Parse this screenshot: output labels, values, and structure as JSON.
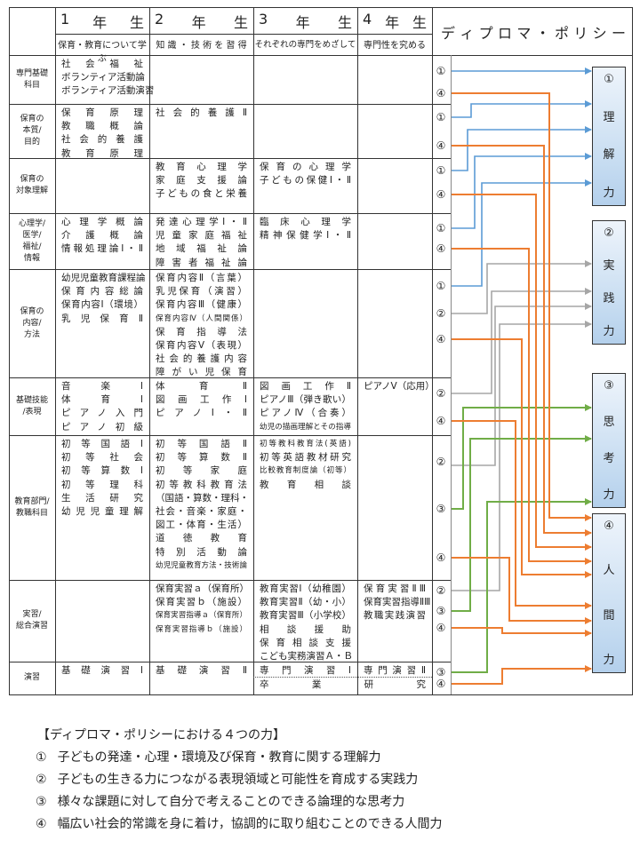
{
  "header": {
    "years": [
      {
        "num": "1",
        "nen": "年",
        "sei": "生",
        "subtitle": "保育・教育について学ぶ"
      },
      {
        "num": "2",
        "nen": "年",
        "sei": "生",
        "subtitle": "知 識 ・ 技 術 を 習 得"
      },
      {
        "num": "3",
        "nen": "年",
        "sei": "生",
        "subtitle": "それぞれの専門をめざして"
      },
      {
        "num": "4",
        "nen": "年",
        "sei": "生",
        "subtitle": "専門性を究める"
      }
    ],
    "diploma_policy_chars": [
      "デ",
      "ィ",
      "プ",
      "ロ",
      "マ",
      "・",
      "ポ",
      "リ",
      "シ",
      "ー"
    ]
  },
  "rows": [
    {
      "label": [
        "専門基礎",
        "科目"
      ],
      "y1": [
        "社会福祉",
        "ボランティア活動論",
        "ボランティア活動演習"
      ],
      "y2": [],
      "y3": [],
      "y4": [],
      "marks": [
        "①",
        "④"
      ]
    },
    {
      "label": [
        "保育の",
        "本質/",
        "目的"
      ],
      "y1": [
        "保育原理",
        "教職概論",
        "社会的養護",
        "教育原理"
      ],
      "y2": [
        "社会的養護Ⅱ"
      ],
      "y3": [],
      "y4": [],
      "marks": [
        "①",
        "④"
      ]
    },
    {
      "label": [
        "保育の",
        "対象理解"
      ],
      "y1": [],
      "y2": [
        "教育心理学",
        "家庭支援論",
        "子どもの食と栄養"
      ],
      "y3": [
        "保育の心理学",
        "子どもの保健Ⅰ・Ⅱ"
      ],
      "y4": [],
      "marks": [
        "①",
        "④"
      ]
    },
    {
      "label": [
        "心理学/",
        "医学/",
        "福祉/",
        "情報"
      ],
      "y1": [
        "心理学概論",
        "介護概論",
        "情報処理論Ⅰ・Ⅱ"
      ],
      "y2": [
        "発達心理学Ⅰ・Ⅱ",
        "児童家庭福祉",
        "地域福祉論",
        "障害者福祉論"
      ],
      "y3": [
        "臨床心理学",
        "精神保健学Ⅰ・Ⅱ"
      ],
      "y4": [],
      "marks": [
        "①",
        "④"
      ]
    },
    {
      "label": [
        "保育の",
        "内容/",
        "方法"
      ],
      "y1": [
        "幼児児童教育課程論",
        "保育内容総論",
        "保育内容Ⅰ（環境）",
        "乳児保育Ⅱ"
      ],
      "y2": [
        "保育内容Ⅱ（言葉）",
        "乳児保育（演習）",
        "保育内容Ⅲ（健康）",
        "保育内容Ⅳ（人間関係）",
        "保育指導法",
        "保育内容Ⅴ（表現）",
        "社会的養護内容",
        "障がい児保育"
      ],
      "y3": [],
      "y4": [],
      "marks": [
        "①",
        "②",
        "④"
      ]
    },
    {
      "label": [
        "基礎技能",
        "/表現"
      ],
      "y1": [
        "音楽Ⅰ",
        "体育Ⅰ",
        "ピアノ入門",
        "ピアノ初級"
      ],
      "y2": [
        "体育Ⅱ",
        "図画工作Ⅰ",
        "ピアノⅠ・Ⅱ"
      ],
      "y3": [
        "図画工作Ⅱ",
        "ピアノⅢ（弾き歌い）",
        "ピアノⅣ（合奏）",
        "幼児の描画理解とその指導"
      ],
      "y4": [
        "ピアノⅤ（応用）"
      ],
      "marks": [
        "②",
        "④"
      ]
    },
    {
      "label": [
        "教育部門/",
        "教職科目"
      ],
      "y1": [
        "初等国語Ⅰ",
        "初等社会",
        "初等算数Ⅰ",
        "初等理科",
        "生活研究",
        "幼児児童理解"
      ],
      "y2": [
        "初等国語Ⅱ",
        "初等算数Ⅱ",
        "初等家庭",
        "初等教科教育法",
        "（国語・算数・理科・",
        "社会・音楽・家庭・",
        "図工・体育・生活）",
        "道徳教育",
        "特別活動論",
        "幼児児童教育方法・技術論"
      ],
      "y3": [
        "初等教科教育法(英語)",
        "初等英語教材研究",
        "比較教育制度論（初等）",
        "教育相談"
      ],
      "y4": [],
      "marks": [
        "②",
        "③",
        "④"
      ]
    },
    {
      "label": [
        "実習/",
        "総合演習"
      ],
      "y1": [],
      "y2": [
        "保育実習ａ（保育所）",
        "保育実習ｂ（施設）",
        "保育実習指導ａ（保育所）",
        "保育実習指導ｂ（施設）"
      ],
      "y3": [
        "教育実習Ⅰ（幼稚園）",
        "教育実習Ⅱ（幼・小）",
        "教育実習Ⅲ（小学校）",
        "相談援助",
        "保育相談支援",
        "こども実務演習Ａ・Ｂ"
      ],
      "y4": [
        "保育実習ⅡⅢ",
        "保育実習指導ⅡⅢ",
        "教職実践演習"
      ],
      "marks": [
        "②",
        "③",
        "④"
      ]
    },
    {
      "label": [
        "演習"
      ],
      "y1": [
        "基礎演習Ⅰ"
      ],
      "y2": [
        "基礎演習Ⅱ"
      ],
      "y3": [
        "専門演習Ⅰ"
      ],
      "y4": [
        "専門演習Ⅱ"
      ],
      "y34_shared": "卒業研究",
      "marks": [
        "③",
        "④"
      ]
    }
  ],
  "policy_boxes": [
    {
      "num": "①",
      "chars": [
        "理",
        "解",
        "力"
      ],
      "color": "#5b9bd5"
    },
    {
      "num": "②",
      "chars": [
        "実",
        "践",
        "力"
      ],
      "color": "#a6a6a6"
    },
    {
      "num": "③",
      "chars": [
        "思",
        "考",
        "力"
      ],
      "color": "#70ad47"
    },
    {
      "num": "④",
      "chars": [
        "人",
        "間",
        "力"
      ],
      "color": "#ed7d31"
    }
  ],
  "legend": {
    "title": "【ディプロマ・ポリシーにおける４つの力】",
    "items": [
      {
        "num": "①",
        "text": "子どもの発達・心理・環境及び保育・教育に関する理解力"
      },
      {
        "num": "②",
        "text": "子どもの生きる力につながる表現領域と可能性を育成する実践力"
      },
      {
        "num": "③",
        "text": "様々な課題に対して自分で考えることのできる論理的な思考力"
      },
      {
        "num": "④",
        "text": "幅広い社会的常識を身に着け，協調的に取り組むことのできる人間力"
      }
    ]
  }
}
